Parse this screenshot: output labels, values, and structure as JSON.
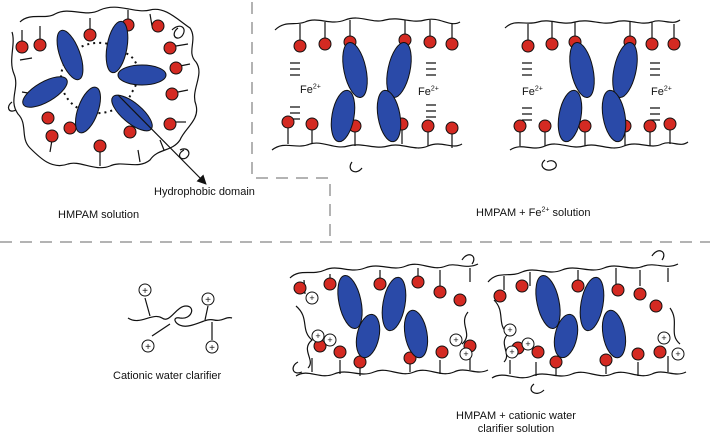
{
  "labels": {
    "hydrophobic_domain": "Hydrophobic domain",
    "hmpam_solution": "HMPAM solution",
    "fe_panel_prefix": "HMPAM + Fe",
    "fe_panel_sup": "2+",
    "fe_panel_suffix": " solution",
    "fe_ion": "Fe",
    "fe_ion_charge": "2+",
    "cationic_clarifier": "Cationic water clarifier",
    "mix_line1": "HMPAM + cationic water",
    "mix_line2": "clarifier solution",
    "plus": "+"
  },
  "colors": {
    "red_bead": "#d42a22",
    "blue_domain": "#2a4aa8",
    "divider": "#9a9a9a",
    "line": "#111111"
  }
}
